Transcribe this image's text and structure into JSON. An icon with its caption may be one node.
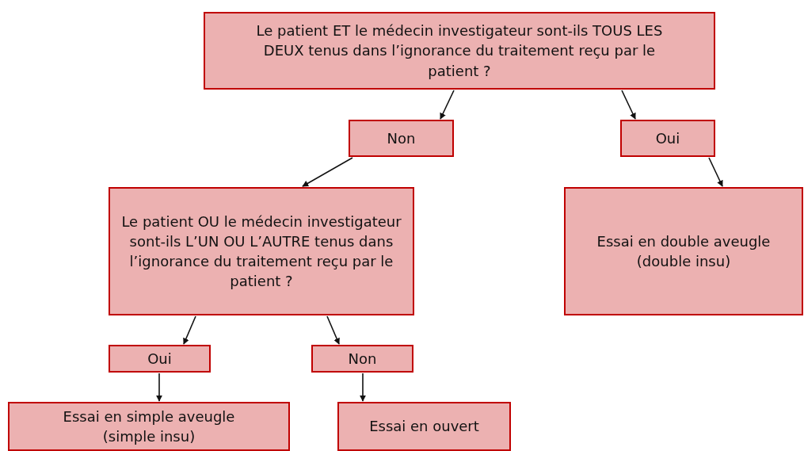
{
  "diagram": {
    "nodes": [
      {
        "text": [
          "Le patient ET le médecin investigateur sont-ils TOUS LES DEUX tenus dans l’ignorance du traitement reçu par le patient ?"
        ]
      },
      {
        "text": [
          "Non"
        ]
      },
      {
        "text": [
          "Oui"
        ]
      },
      {
        "text": [
          "Le patient OU le médecin investigateur sont-ils L’UN OU L’AUTRE tenus dans l’ignorance du traitement reçu par le patient ?"
        ]
      },
      {
        "text": [
          "Essai en double aveugle (double insu)"
        ]
      },
      {
        "text": [
          "Oui"
        ]
      },
      {
        "text": [
          "Non"
        ]
      },
      {
        "text": [
          "Essai en simple aveugle (simple insu)"
        ]
      },
      {
        "text": [
          "Essai en ouvert"
        ]
      }
    ],
    "edges": [
      {
        "from": 0,
        "to": 1,
        "arrow": "to"
      },
      {
        "from": 0,
        "to": 2,
        "arrow": "to"
      },
      {
        "from": 1,
        "to": 3,
        "arrow": "to"
      },
      {
        "from": 2,
        "to": 4,
        "arrow": "to"
      },
      {
        "from": 3,
        "to": 5,
        "arrow": "to"
      },
      {
        "from": 3,
        "to": 6,
        "arrow": "to"
      },
      {
        "from": 5,
        "to": 7,
        "arrow": "to"
      },
      {
        "from": 6,
        "to": 8,
        "arrow": "to"
      }
    ]
  }
}
